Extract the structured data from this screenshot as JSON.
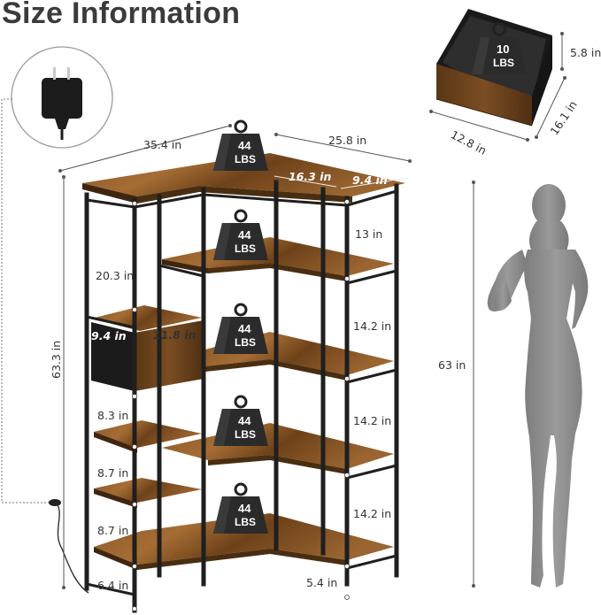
{
  "title": "Size Information",
  "colors": {
    "wood_dark": "#4e3014",
    "wood_mid": "#7a4d22",
    "wood_light": "#a06a33",
    "metal_frame": "#1e1e1e",
    "weight_body": "#2b2b2b",
    "silhouette": "#8c8c8c",
    "dimension_line": "#555555"
  },
  "icons": {
    "plug": "plug-icon",
    "weight": "weight-icon",
    "woman": "woman-silhouette-icon",
    "box": "storage-box-icon"
  },
  "weights": {
    "shelf_value": "44",
    "shelf_unit": "LBS",
    "box_value": "10",
    "box_unit": "LBS"
  },
  "dimensions": {
    "top_width": "35.4 in",
    "top_depth": "25.8 in",
    "top_inner_a": "16.3 in",
    "top_inner_b": "9.4 in",
    "total_height": "63.3 in",
    "person_height": "63 in",
    "box_height": "5.8 in",
    "box_depth": "16.1 in",
    "box_width": "12.8 in",
    "drawer_depth": "9.4 in",
    "drawer_width": "11.8 in",
    "left_gap_top": "20.3 in",
    "left_gap_a": "8.3 in",
    "left_gap_b": "8.7 in",
    "left_gap_c": "8.7 in",
    "left_gap_bottom": "6.4 in",
    "right_gap_top": "13 in",
    "right_gap_a": "14.2 in",
    "right_gap_b": "14.2 in",
    "right_gap_c": "14.2 in",
    "right_gap_bottom": "5.4 in"
  }
}
